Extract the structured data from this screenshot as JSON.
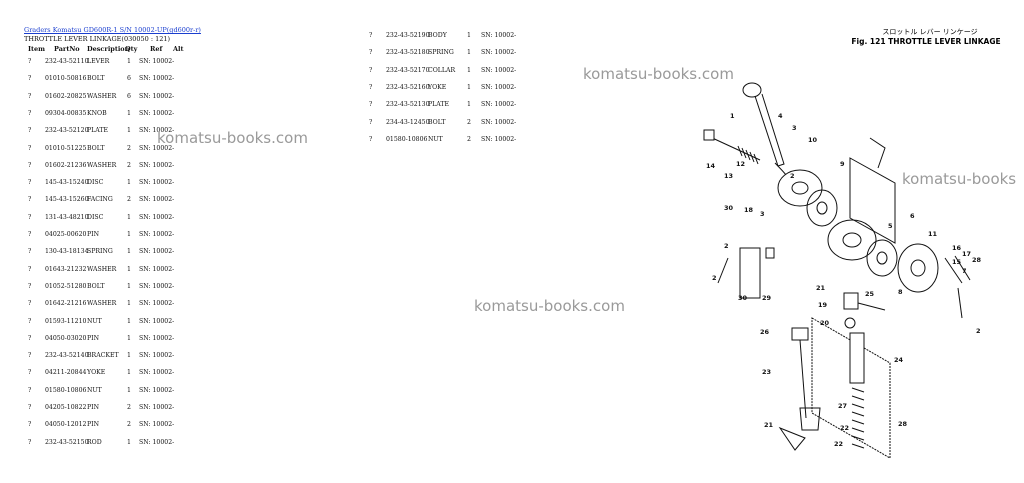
{
  "breadcrumb": "Graders Komatsu GD600R-1 S/N 10002-UP(gd600r-r)",
  "subtitle": "THROTTLE LEVER LINKAGE(030050 : 121)",
  "headers": [
    "Item",
    "PartNo",
    "Description",
    "Qty",
    "Ref",
    "Alt"
  ],
  "left_rows": [
    {
      "item": "?",
      "partno": "232-43-52110",
      "desc": "LEVER",
      "qty": "1",
      "ref": "SN: 10002-"
    },
    {
      "item": "?",
      "partno": "01010-50816",
      "desc": "BOLT",
      "qty": "6",
      "ref": "SN: 10002-"
    },
    {
      "item": "?",
      "partno": "01602-20825",
      "desc": "WASHER",
      "qty": "6",
      "ref": "SN: 10002-"
    },
    {
      "item": "?",
      "partno": "09304-00835",
      "desc": "KNOB",
      "qty": "1",
      "ref": "SN: 10002-"
    },
    {
      "item": "?",
      "partno": "232-43-52120",
      "desc": "PLATE",
      "qty": "1",
      "ref": "SN: 10002-"
    },
    {
      "item": "?",
      "partno": "01010-51225",
      "desc": "BOLT",
      "qty": "2",
      "ref": "SN: 10002-"
    },
    {
      "item": "?",
      "partno": "01602-21236",
      "desc": "WASHER",
      "qty": "2",
      "ref": "SN: 10002-"
    },
    {
      "item": "?",
      "partno": "145-43-15240",
      "desc": "DISC",
      "qty": "1",
      "ref": "SN: 10002-"
    },
    {
      "item": "?",
      "partno": "145-43-15260",
      "desc": "FACING",
      "qty": "2",
      "ref": "SN: 10002-"
    },
    {
      "item": "?",
      "partno": "131-43-48210",
      "desc": "DISC",
      "qty": "1",
      "ref": "SN: 10002-"
    },
    {
      "item": "?",
      "partno": "04025-00620",
      "desc": "PIN",
      "qty": "1",
      "ref": "SN: 10002-"
    },
    {
      "item": "?",
      "partno": "130-43-18134",
      "desc": "SPRING",
      "qty": "1",
      "ref": "SN: 10002-"
    },
    {
      "item": "?",
      "partno": "01643-21232",
      "desc": "WASHER",
      "qty": "1",
      "ref": "SN: 10002-"
    },
    {
      "item": "?",
      "partno": "01052-51280",
      "desc": "BOLT",
      "qty": "1",
      "ref": "SN: 10002-"
    },
    {
      "item": "?",
      "partno": "01642-21216",
      "desc": "WASHER",
      "qty": "1",
      "ref": "SN: 10002-"
    },
    {
      "item": "?",
      "partno": "01593-11210",
      "desc": "NUT",
      "qty": "1",
      "ref": "SN: 10002-"
    },
    {
      "item": "?",
      "partno": "04050-03020",
      "desc": "PIN",
      "qty": "1",
      "ref": "SN: 10002-"
    },
    {
      "item": "?",
      "partno": "232-43-52140",
      "desc": "BRACKET",
      "qty": "1",
      "ref": "SN: 10002-"
    },
    {
      "item": "?",
      "partno": "04211-20844",
      "desc": "YOKE",
      "qty": "1",
      "ref": "SN: 10002-"
    },
    {
      "item": "?",
      "partno": "01580-10806",
      "desc": "NUT",
      "qty": "1",
      "ref": "SN: 10002-"
    },
    {
      "item": "?",
      "partno": "04205-10822",
      "desc": "PIN",
      "qty": "2",
      "ref": "SN: 10002-"
    },
    {
      "item": "?",
      "partno": "04050-12012",
      "desc": "PIN",
      "qty": "2",
      "ref": "SN: 10002-"
    },
    {
      "item": "?",
      "partno": "232-43-52150",
      "desc": "ROD",
      "qty": "1",
      "ref": "SN: 10002-"
    }
  ],
  "right_rows": [
    {
      "item": "?",
      "partno": "232-43-52190",
      "desc": "BODY",
      "qty": "1",
      "ref": "SN: 10002-"
    },
    {
      "item": "?",
      "partno": "232-43-52180",
      "desc": "SPRING",
      "qty": "1",
      "ref": "SN: 10002-"
    },
    {
      "item": "?",
      "partno": "232-43-52170",
      "desc": "COLLAR",
      "qty": "1",
      "ref": "SN: 10002-"
    },
    {
      "item": "?",
      "partno": "232-43-52160",
      "desc": "YOKE",
      "qty": "1",
      "ref": "SN: 10002-"
    },
    {
      "item": "?",
      "partno": "232-43-52130",
      "desc": "PLATE",
      "qty": "1",
      "ref": "SN: 10002-"
    },
    {
      "item": "?",
      "partno": "234-43-12450",
      "desc": "BOLT",
      "qty": "2",
      "ref": "SN: 10002-"
    },
    {
      "item": "?",
      "partno": "01580-10806",
      "desc": "NUT",
      "qty": "2",
      "ref": "SN: 10002-"
    }
  ],
  "watermark": "komatsu-books.com",
  "watermark_cut": "komatsu-books",
  "figure": {
    "title_jp": "スロットル レバー リンケージ",
    "title": "Fig. 121 THROTTLE LEVER LINKAGE",
    "callouts": [
      "1",
      "2",
      "3",
      "4",
      "5",
      "6",
      "7",
      "8",
      "9",
      "10",
      "11",
      "12",
      "13",
      "14",
      "15",
      "16",
      "17",
      "18",
      "19",
      "20",
      "21",
      "22",
      "23",
      "24",
      "25",
      "26",
      "27",
      "28",
      "29",
      "30",
      "2",
      "2",
      "2",
      "3",
      "21",
      "22",
      "28",
      "30"
    ]
  }
}
